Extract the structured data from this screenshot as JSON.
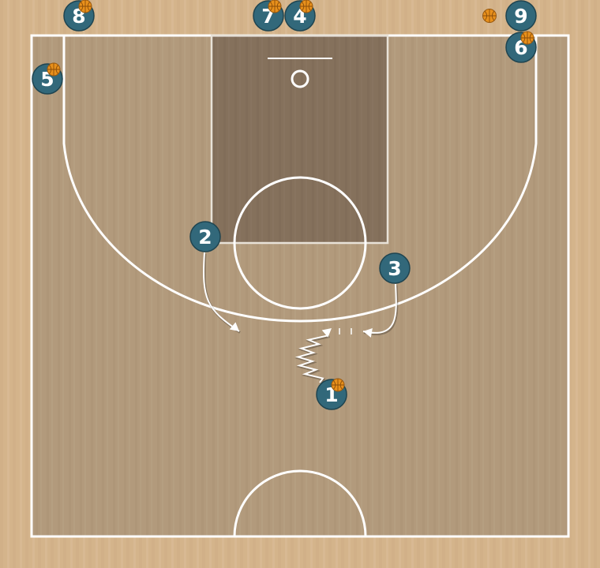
{
  "diagram": {
    "players": [
      {
        "label": "8",
        "has_ball": true
      },
      {
        "label": "7",
        "has_ball": true
      },
      {
        "label": "4",
        "has_ball": true
      },
      {
        "label": "9",
        "has_ball": false
      },
      {
        "label": "6",
        "has_ball": true
      },
      {
        "label": "5",
        "has_ball": true
      },
      {
        "label": "2",
        "has_ball": false
      },
      {
        "label": "3",
        "has_ball": false
      },
      {
        "label": "1",
        "has_ball": true
      }
    ],
    "loose_balls": 1,
    "actions": [
      {
        "type": "cut",
        "from_player": "2"
      },
      {
        "type": "cut",
        "from_player": "3"
      },
      {
        "type": "dribble",
        "from_player": "1"
      }
    ]
  },
  "colors": {
    "floor": "#d2b48c",
    "court": "#b09a7d",
    "paint": "#836f5a",
    "lines": "#ffffff",
    "player": "#32687a",
    "player_border": "#1f4450",
    "ball": "#e8901b"
  }
}
